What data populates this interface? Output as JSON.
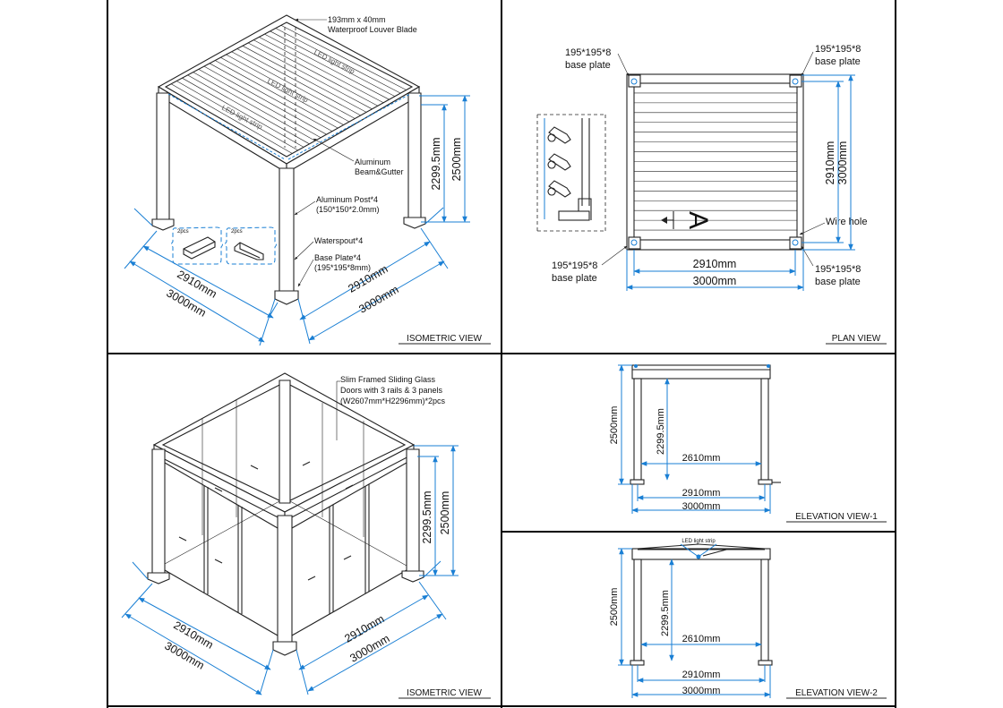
{
  "colors": {
    "line": "#222222",
    "dimension": "#1a7fd4",
    "frame": "#000000"
  },
  "iso_top": {
    "title": "ISOMETRIC VIEW",
    "callout_blade": [
      "193mm x 40mm",
      "Waterproof Louver Blade"
    ],
    "callout_beam": [
      "Aluminum",
      "Beam&Gutter"
    ],
    "callout_post": [
      "Aluminum Post*4",
      "(150*150*2.0mm)"
    ],
    "callout_spout": "Waterspout*4",
    "callout_base": [
      "Base Plate*4",
      "(195*195*8mm)"
    ],
    "led_label": "LED light strip",
    "qty_label": "2pcs",
    "dim_h_inner": "2299.5mm",
    "dim_h_outer": "2500mm",
    "dim_left_inner": "2910mm",
    "dim_left_outer": "3000mm",
    "dim_right_inner": "2910mm",
    "dim_right_outer": "3000mm"
  },
  "plan": {
    "title": "PLAN VIEW",
    "bp_tl": [
      "195*195*8",
      "base plate"
    ],
    "bp_tr": [
      "195*195*8",
      "base plate"
    ],
    "bp_bl": [
      "195*195*8",
      "base plate"
    ],
    "bp_br": [
      "195*195*8",
      "base plate"
    ],
    "wire_hole": "Wire hole",
    "section_mark": "A",
    "dim_inner_v": "2910mm",
    "dim_outer_v": "3000mm",
    "dim_inner_h": "2910mm",
    "dim_outer_h": "3000mm"
  },
  "iso_bottom": {
    "title": "ISOMETRIC VIEW",
    "callout_doors": [
      "Slim Framed Sliding Glass",
      "Doors with 3 rails & 3 panels",
      "(W2607mm*H2296mm)*2pcs"
    ],
    "dim_h_inner": "2299.5mm",
    "dim_h_outer": "2500mm",
    "dim_left_inner": "2910mm",
    "dim_left_outer": "3000mm",
    "dim_right_inner": "2910mm",
    "dim_right_outer": "3000mm"
  },
  "elev1": {
    "title": "ELEVATION VIEW-1",
    "dim_height_outer": "2500mm",
    "dim_height_inner": "2299.5mm",
    "dim_clear": "2610mm",
    "dim_inner": "2910mm",
    "dim_outer": "3000mm"
  },
  "elev2": {
    "title": "ELEVATION VIEW-2",
    "led_label": "LED light strip",
    "dim_height_outer": "2500mm",
    "dim_height_inner": "2299.5mm",
    "dim_clear": "2610mm",
    "dim_inner": "2910mm",
    "dim_outer": "3000mm"
  }
}
